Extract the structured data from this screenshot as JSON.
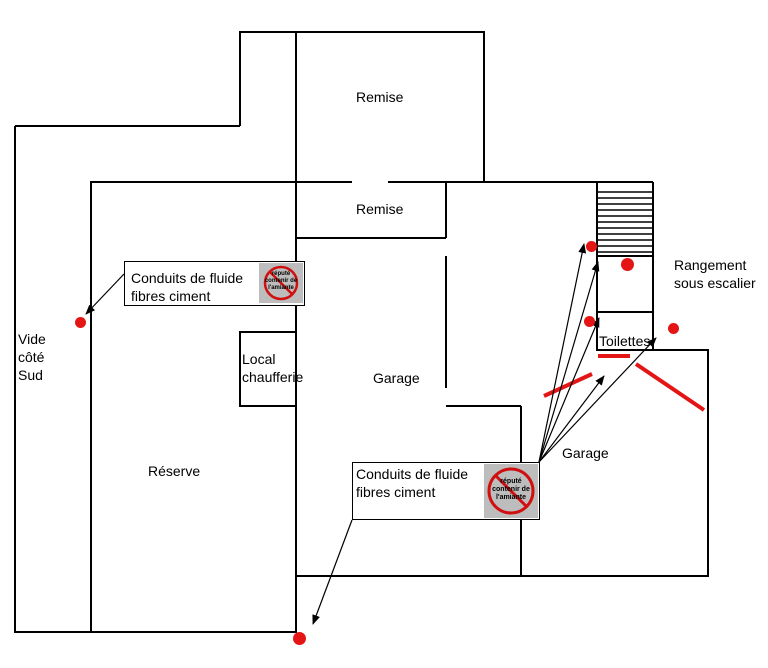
{
  "rooms": {
    "remise_top": "Remise",
    "remise_middle": "Remise",
    "garage_center": "Garage",
    "garage_right": "Garage",
    "reserve": "Réserve",
    "local_line1": "Local",
    "local_line2": "chaufferie",
    "toilettes": "Toilettes",
    "rangement_line1": "Rangement",
    "rangement_line2": "sous escalier",
    "vide_line1": "Vide",
    "vide_line2": "côté",
    "vide_line3": "Sud"
  },
  "callouts": [
    {
      "line1": "Conduits de fluide",
      "line2": "fibres ciment"
    },
    {
      "line1": "Conduits de fluide",
      "line2": "fibres ciment"
    }
  ],
  "stamp": {
    "line1": "réputé",
    "line2": "contenir de",
    "line3": "l'amiante"
  },
  "colors": {
    "marker": "#e31515",
    "wall": "#000000",
    "stamp_bg": "#bdbdbd",
    "stamp_ring": "#d01010"
  }
}
